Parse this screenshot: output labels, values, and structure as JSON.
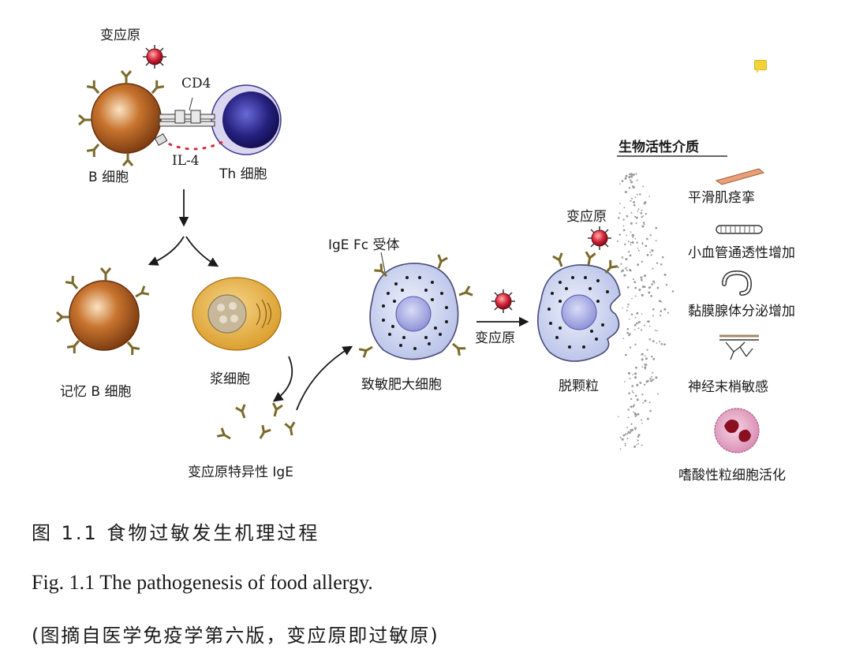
{
  "labels": {
    "allergen_top": "变应原",
    "cd4": "CD4",
    "il4": "IL-4",
    "b_cell": "B 细胞",
    "th_cell": "Th 细胞",
    "memory_b": "记忆 B 细胞",
    "plasma_cell": "浆细胞",
    "specific_ige": "变应原特异性 IgE",
    "ige_receptor": "IgE Fc 受体",
    "sensitized_mast": "致敏肥大细胞",
    "allergen_arrow": "变应原",
    "allergen_degran": "变应原",
    "degranulation": "脱颗粒",
    "mediators_title": "生物活性介质"
  },
  "effects": [
    {
      "label": "平滑肌痉挛",
      "icon": "smooth-muscle-icon"
    },
    {
      "label": "小血管通透性增加",
      "icon": "blood-vessel-icon"
    },
    {
      "label": "黏膜腺体分泌增加",
      "icon": "mucous-gland-icon"
    },
    {
      "label": "神经末梢敏感",
      "icon": "nerve-ending-icon"
    },
    {
      "label": "嗜酸性粒细胞活化",
      "icon": "eosinophil-icon"
    }
  ],
  "caption": {
    "cn": "图 1.1  食物过敏发生机理过程",
    "en": "Fig. 1.1 The pathogenesis of food allergy.",
    "note": "(图摘自医学免疫学第六版，变应原即过敏原)"
  },
  "colors": {
    "b_cell": "#e07a1f",
    "th_cell": "#2a2690",
    "mast_cell": "#c9d3f0",
    "allergen": "#d8283a",
    "plasma": "#e8b23a",
    "eosinophil": "#e7a3c3"
  }
}
